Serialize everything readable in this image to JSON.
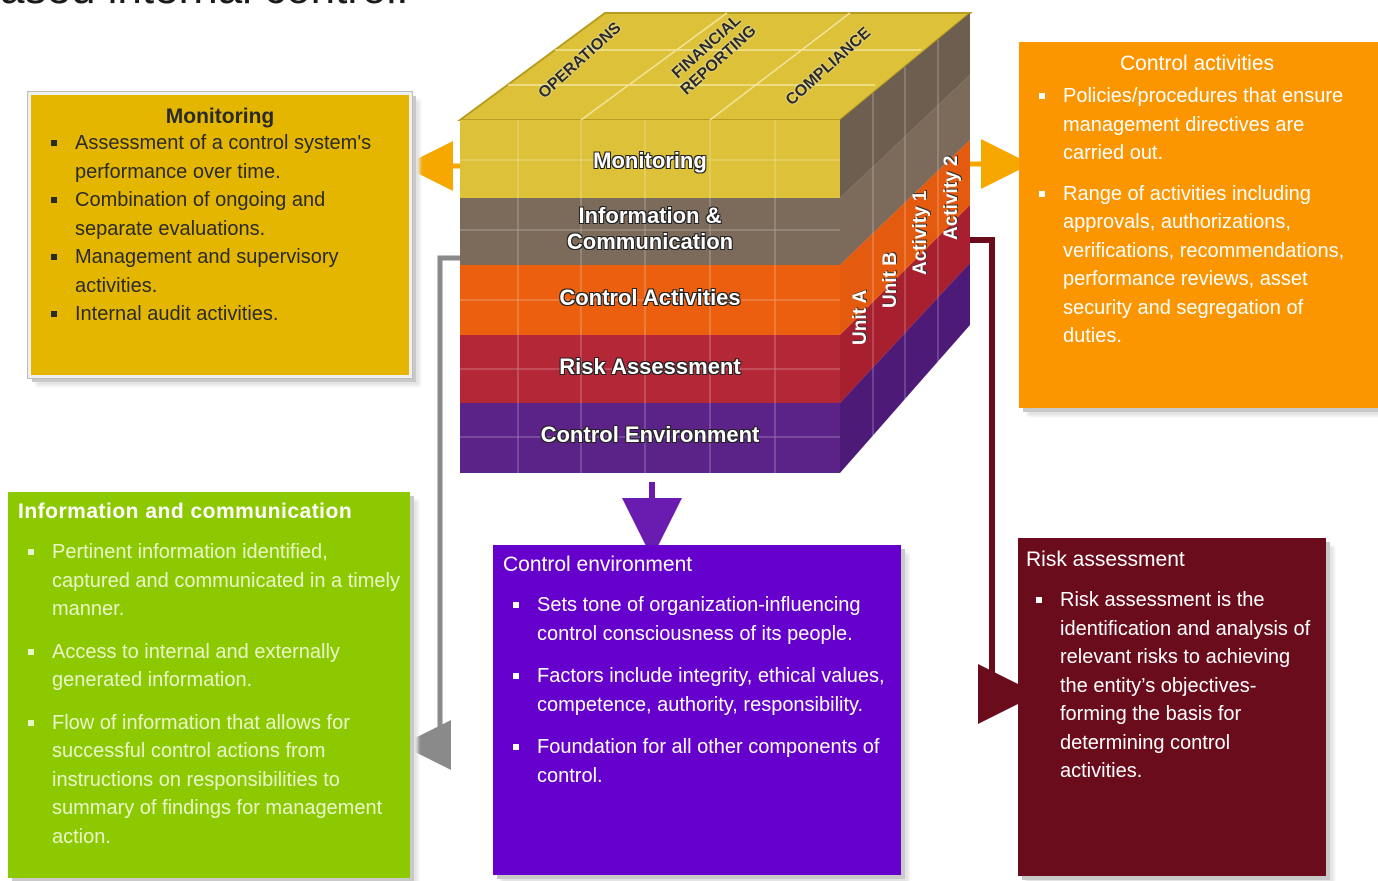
{
  "title": "ased internal control.",
  "cube": {
    "top_labels": [
      "OPERATIONS",
      "FINANCIAL\nREPORTING",
      "COMPLIANCE"
    ],
    "layers": [
      {
        "label": "Monitoring",
        "color": "#e0c23a"
      },
      {
        "label": "Information &\nCommunication",
        "color": "#7c6a5b"
      },
      {
        "label": "Control Activities",
        "color": "#ec5f0f"
      },
      {
        "label": "Risk Assessment",
        "color": "#b42737"
      },
      {
        "label": "Control Environment",
        "color": "#5b2387"
      }
    ],
    "side_labels": [
      "Unit A",
      "Unit B",
      "Activity 1",
      "Activity 2"
    ]
  },
  "monitoring": {
    "heading": "Monitoring",
    "items": [
      "Assessment of a control system's performance over time.",
      "Combination of ongoing and separate evaluations.",
      "Management and supervisory activities.",
      "Internal audit activities."
    ]
  },
  "control_activities": {
    "heading": "Control activities",
    "items": [
      "Policies/procedures that ensure management directives are carried out.",
      "Range of activities including approvals, authorizations, verifications, recommendations, performance reviews, asset security and segregation of duties."
    ]
  },
  "info_communication": {
    "heading": "Information and communication",
    "items": [
      "Pertinent information identified, captured and communicated in a timely manner.",
      "Access to internal and externally generated information.",
      "Flow of information that allows for successful control actions from instructions on responsibilities to summary of findings for management action."
    ]
  },
  "control_environment": {
    "heading": "Control environment",
    "items": [
      "Sets tone of organization-influencing control consciousness of its people.",
      "Factors include integrity, ethical values, competence, authority, responsibility.",
      "Foundation for all other components of control."
    ]
  },
  "risk_assessment": {
    "heading": "Risk assessment",
    "items": [
      "Risk assessment is the identification and analysis of relevant risks to achieving the entity’s objectives-forming the basis for determining control activities."
    ]
  },
  "colors": {
    "monitoring_box": "#e4b600",
    "control_activities_box": "#fb9500",
    "info_box": "#8dc900",
    "control_env_box": "#6600cc",
    "risk_box": "#6b0c1c"
  }
}
